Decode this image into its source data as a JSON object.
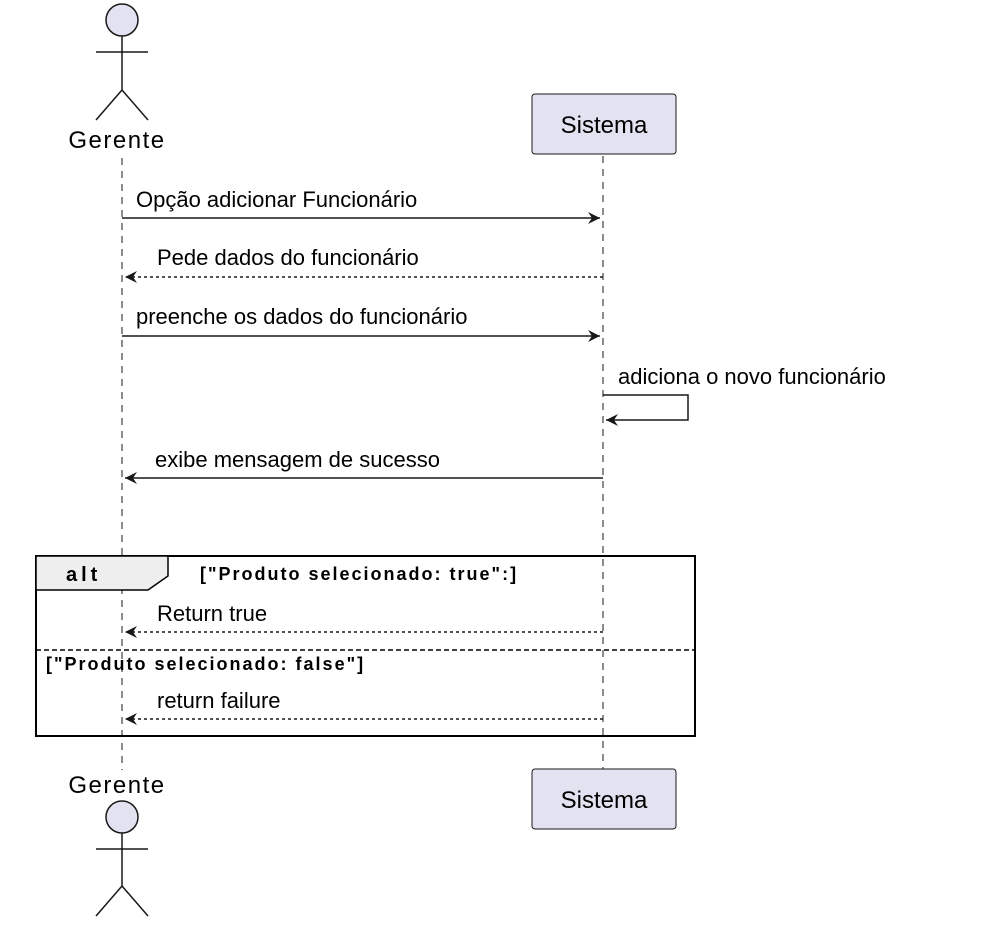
{
  "participants": {
    "actor": {
      "name": "Gerente"
    },
    "system": {
      "name": "Sistema"
    }
  },
  "messages": [
    {
      "label": "Opção adicionar Funcionário",
      "from": "Gerente",
      "to": "Sistema",
      "style": "solid"
    },
    {
      "label": "Pede dados do funcionário",
      "from": "Sistema",
      "to": "Gerente",
      "style": "dashed"
    },
    {
      "label": "preenche os dados do funcionário",
      "from": "Gerente",
      "to": "Sistema",
      "style": "solid"
    },
    {
      "label": "adiciona o novo funcionário",
      "from": "Sistema",
      "to": "Sistema",
      "style": "solid"
    },
    {
      "label": "exibe mensagem de sucesso",
      "from": "Sistema",
      "to": "Gerente",
      "style": "solid"
    }
  ],
  "alt_fragment": {
    "keyword": "alt",
    "guard1": "[\"Produto selecionado: true\":]",
    "msg1": "Return true",
    "guard2": "[\"Produto selecionado: false\"]",
    "msg2": "return failure"
  },
  "colors": {
    "participant_fill": "#E2E2F0",
    "participant_stroke": "#181818",
    "line": "#181818",
    "lifeline": "#181818"
  }
}
